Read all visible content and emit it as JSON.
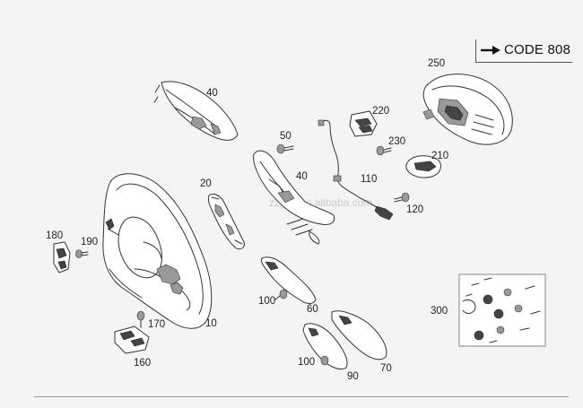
{
  "code_label": "CODE 808",
  "arrow_icon": "right-arrow-icon",
  "watermark": "zzjjqp.en.alibaba.com",
  "parts": [
    {
      "id": "p10",
      "label": "10"
    },
    {
      "id": "p20",
      "label": "20"
    },
    {
      "id": "p40a",
      "label": "40"
    },
    {
      "id": "p40b",
      "label": "40"
    },
    {
      "id": "p50",
      "label": "50"
    },
    {
      "id": "p60",
      "label": "60"
    },
    {
      "id": "p70",
      "label": "70"
    },
    {
      "id": "p90",
      "label": "90"
    },
    {
      "id": "p100a",
      "label": "100"
    },
    {
      "id": "p100b",
      "label": "100"
    },
    {
      "id": "p110",
      "label": "110"
    },
    {
      "id": "p120",
      "label": "120"
    },
    {
      "id": "p160",
      "label": "160"
    },
    {
      "id": "p170",
      "label": "170"
    },
    {
      "id": "p180",
      "label": "180"
    },
    {
      "id": "p190",
      "label": "190"
    },
    {
      "id": "p210",
      "label": "210"
    },
    {
      "id": "p220",
      "label": "220"
    },
    {
      "id": "p230",
      "label": "230"
    },
    {
      "id": "p250",
      "label": "250"
    },
    {
      "id": "p300",
      "label": "300"
    }
  ]
}
